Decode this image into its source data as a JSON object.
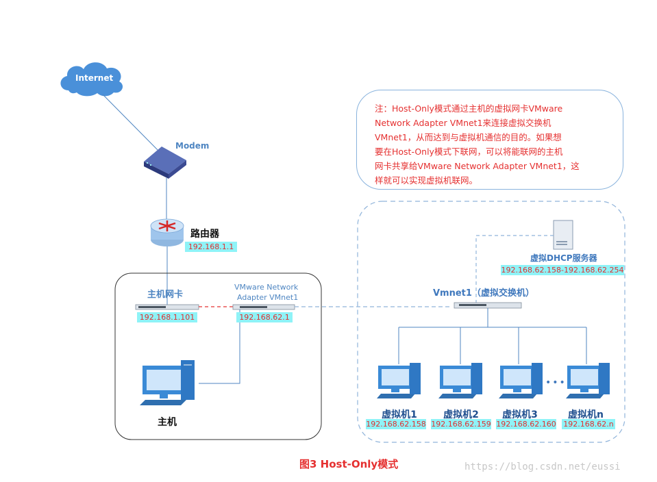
{
  "internet": {
    "label": "Internet"
  },
  "modem": {
    "label": "Modem"
  },
  "router": {
    "label": "路由器",
    "ip": "192.168.1.1"
  },
  "host_nic": {
    "label": "主机网卡",
    "ip": "192.168.1.101"
  },
  "vmnet_adapter": {
    "label_line1": "VMware Network",
    "label_line2": "Adapter VMnet1",
    "ip": "192.168.62.1"
  },
  "host": {
    "label": "主机"
  },
  "note": {
    "lines": [
      "注：Host-Only模式通过主机的虚拟网卡VMware",
      "Network Adapter VMnet1来连接虚拟交换机",
      "VMnet1，从而达到与虚拟机通信的目的。如果想",
      "要在Host-Only模式下联网，可以将能联网的主机",
      "网卡共享给VMware Network Adapter VMnet1，这",
      "样就可以实现虚拟机联网。"
    ]
  },
  "dhcp": {
    "label": "虚拟DHCP服务器",
    "ip_range": "192.168.62.158-192.168.62.254"
  },
  "vswitch": {
    "label": "Vmnet1（虚拟交换机）"
  },
  "vms": [
    {
      "label": "虚拟机1",
      "ip": "192.168.62.158"
    },
    {
      "label": "虚拟机2",
      "ip": "192.168.62.159"
    },
    {
      "label": "虚拟机3",
      "ip": "192.168.62.160"
    },
    {
      "label": "虚拟机n",
      "ip": "192.168.62.n"
    }
  ],
  "ellipsis": "•••",
  "caption": "图3  Host-Only模式",
  "watermark": "https://blog.csdn.net/eussi",
  "colors": {
    "link_line": "#4f86c2",
    "dashed_vm_link": "#8fb3da",
    "red_dashed_link": "#e53030",
    "ip_box_bg": "#8ff3f7",
    "ip_text": "#e03030",
    "note_text": "#e53030"
  }
}
